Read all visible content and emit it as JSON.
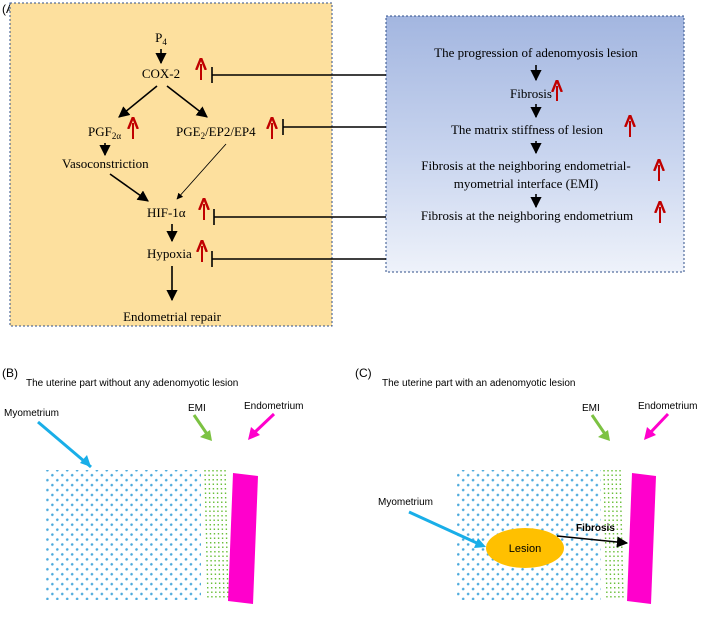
{
  "panel_a": {
    "label": "(A)",
    "left_box": {
      "p4_main": "P",
      "p4_sub": "4",
      "cox2": "COX-2",
      "pgf2a_main": "PGF",
      "pgf2a_sub": "2α",
      "pge2_main": "PGE",
      "pge2_sub": "2",
      "pge2_rest": "/EP2/EP4",
      "vasoconstriction": "Vasoconstriction",
      "hif1a": "HIF-1α",
      "hypoxia": "Hypoxia",
      "endometrial_repair": "Endometrial repair"
    },
    "right_box": {
      "progression": "The progression of adenomyosis lesion",
      "fibrosis": "Fibrosis",
      "matrix_stiffness": "The matrix stiffness of lesion",
      "emi_line1": "Fibrosis at the neighboring  endometrial-",
      "emi_line2": "myometrial interface (EMI)",
      "endometrium_fibrosis": "Fibrosis at the neighboring endometrium"
    },
    "colors": {
      "left_bg": "#fde09e",
      "right_bg_top": "#a3b6e0",
      "right_bg_bottom": "#eef2fa",
      "up_arrow": "#c00000"
    }
  },
  "panel_b": {
    "label": "(B)",
    "title": "The uterine part without any adenomyotic lesion",
    "myometrium": "Myometrium",
    "emi": "EMI",
    "endometrium": "Endometrium"
  },
  "panel_c": {
    "label": "(C)",
    "title": "The uterine part with an adenomyotic lesion",
    "myometrium": "Myometrium",
    "emi": "EMI",
    "endometrium": "Endometrium",
    "lesion": "Lesion",
    "fibrosis": "Fibrosis"
  },
  "colors": {
    "myometrium": "#4aa9dc",
    "emi": "#7cc242",
    "endometrium": "#ff00cc",
    "lesion": "#ffc000"
  }
}
